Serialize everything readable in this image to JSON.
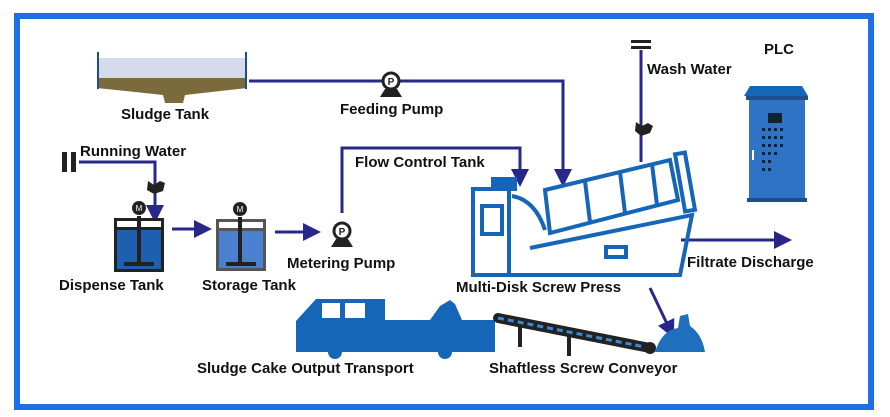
{
  "title": "Multi-Disk Screw Press Sludge Dewatering Process Flow",
  "colors": {
    "frame": "#1f6fe8",
    "pipe": "#27288a",
    "equipment": "#1565b8",
    "sludge": "#7b6a3c",
    "water": "#d6dbeb",
    "label": "#111111"
  },
  "labels": {
    "sludge_tank": "Sludge Tank",
    "feeding_pump": "Feeding Pump",
    "wash_water": "Wash Water",
    "plc": "PLC",
    "running_water": "Running Water",
    "flow_control_tank": "Flow Control Tank",
    "dispense_tank": "Dispense Tank",
    "storage_tank": "Storage Tank",
    "metering_pump": "Metering Pump",
    "multi_disk_screw_press": "Multi-Disk Screw Press",
    "filtrate_discharge": "Filtrate Discharge",
    "sludge_cake_output_transport": "Sludge Cake Output Transport",
    "shaftless_screw_conveyor": "Shaftless Screw Conveyor"
  },
  "pump_symbol": "P",
  "mixer_symbol": "M",
  "icons": {
    "pump": "pump-icon",
    "valve": "valve-icon",
    "mixer": "mixer-motor-icon",
    "plc": "control-cabinet-icon",
    "truck": "truck-icon",
    "conveyor": "screw-conveyor-icon"
  }
}
